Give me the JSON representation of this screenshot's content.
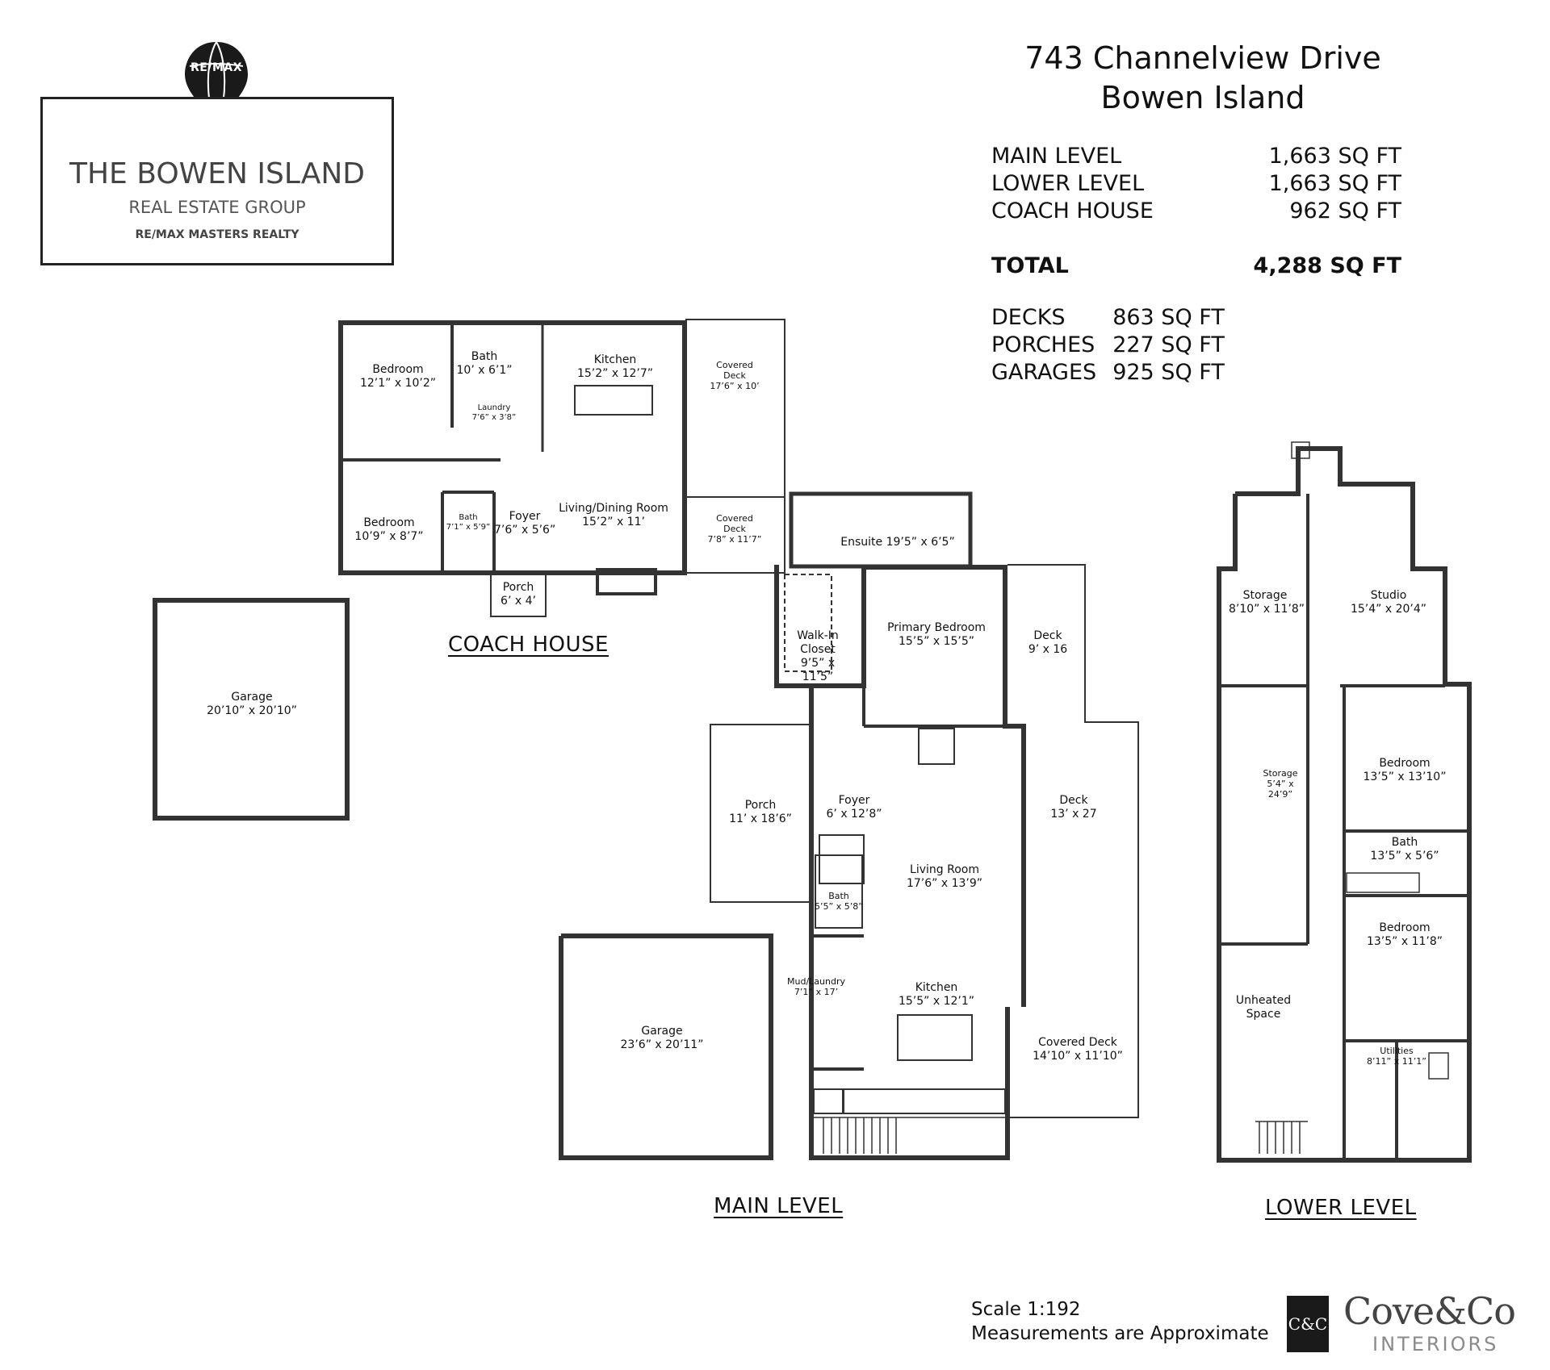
{
  "logo": {
    "brand": "RE/MAX",
    "line1": "THE BOWEN ISLAND",
    "line2": "REAL ESTATE GROUP",
    "line3": "RE/MAX MASTERS REALTY"
  },
  "address": {
    "line1": "743 Channelview Drive",
    "line2": "Bowen Island"
  },
  "areas": {
    "rows": [
      {
        "label": "MAIN LEVEL",
        "value": "1,663 SQ FT"
      },
      {
        "label": "LOWER LEVEL",
        "value": "1,663 SQ FT"
      },
      {
        "label": "COACH HOUSE",
        "value": "962 SQ FT"
      }
    ],
    "total": {
      "label": "TOTAL",
      "value": "4,288 SQ FT"
    },
    "extras": [
      {
        "label": "DECKS",
        "value": "863 SQ FT"
      },
      {
        "label": "PORCHES",
        "value": "227 SQ FT"
      },
      {
        "label": "GARAGES",
        "value": "925 SQ FT"
      }
    ]
  },
  "coach_house": {
    "title": "COACH HOUSE",
    "rooms": [
      {
        "name": "Bedroom",
        "dims": "12’1” x 10’2”"
      },
      {
        "name": "Bath",
        "dims": "10’ x 6’1”"
      },
      {
        "name": "Laundry",
        "dims": "7’6” x 3’8”"
      },
      {
        "name": "Kitchen",
        "dims": "15’2” x 12’7”"
      },
      {
        "name": "Covered Deck",
        "dims": "17’6” x 10’"
      },
      {
        "name": "Bedroom",
        "dims": "10’9” x 8’7”"
      },
      {
        "name": "Bath",
        "dims": "7’1” x 5’9”"
      },
      {
        "name": "Foyer",
        "dims": "7’6” x 5’6”"
      },
      {
        "name": "Living/Dining Room",
        "dims": "15’2” x 11’"
      },
      {
        "name": "Covered Deck",
        "dims": "7’8” x 11’7”"
      },
      {
        "name": "Porch",
        "dims": "6’ x 4’"
      },
      {
        "name": "Garage",
        "dims": "20’10” x 20’10”"
      }
    ]
  },
  "main_level": {
    "title": "MAIN LEVEL",
    "rooms": [
      {
        "name": "Ensuite",
        "dims": "19’5” x 6’5”"
      },
      {
        "name": "Walk-In Closet",
        "dims": "9’5” x 11’5”"
      },
      {
        "name": "Primary Bedroom",
        "dims": "15’5” x 15’5”"
      },
      {
        "name": "Deck",
        "dims": "9’ x 16"
      },
      {
        "name": "Deck",
        "dims": "13’ x 27"
      },
      {
        "name": "Porch",
        "dims": "11’ x 18’6”"
      },
      {
        "name": "Foyer",
        "dims": "6’ x 12’8”"
      },
      {
        "name": "Living Room",
        "dims": "17’6” x 13’9”"
      },
      {
        "name": "Bath",
        "dims": "5’5” x 5’8”"
      },
      {
        "name": "Mud/Laundry",
        "dims": "7’1” x 17’"
      },
      {
        "name": "Kitchen",
        "dims": "15’5” x 12’1”"
      },
      {
        "name": "Garage",
        "dims": "23’6” x 20’11”"
      },
      {
        "name": "Covered Deck",
        "dims": "14’10” x 11’10”"
      }
    ]
  },
  "lower_level": {
    "title": "LOWER LEVEL",
    "rooms": [
      {
        "name": "Storage",
        "dims": "8’10” x 11’8”"
      },
      {
        "name": "Studio",
        "dims": "15’4” x 20’4”"
      },
      {
        "name": "Storage",
        "dims": "5’4” x 24’9”"
      },
      {
        "name": "Bedroom",
        "dims": "13’5” x 13’10”"
      },
      {
        "name": "Bath",
        "dims": "13’5” x 5’6”"
      },
      {
        "name": "Bedroom",
        "dims": "13’5” x 11’8”"
      },
      {
        "name": "Unheated Space",
        "dims": ""
      },
      {
        "name": "Utilities",
        "dims": "8’11” x 11’1”"
      }
    ]
  },
  "footer": {
    "scale": "Scale 1:192",
    "note": "Measurements are Approximate",
    "brand_mark": "C&C",
    "brand_name": "Cove&Co",
    "brand_sub": "INTERIORS"
  },
  "colors": {
    "wall": "#333333",
    "brand_grey": "#8a8a8a",
    "logo_text": "#444444"
  }
}
